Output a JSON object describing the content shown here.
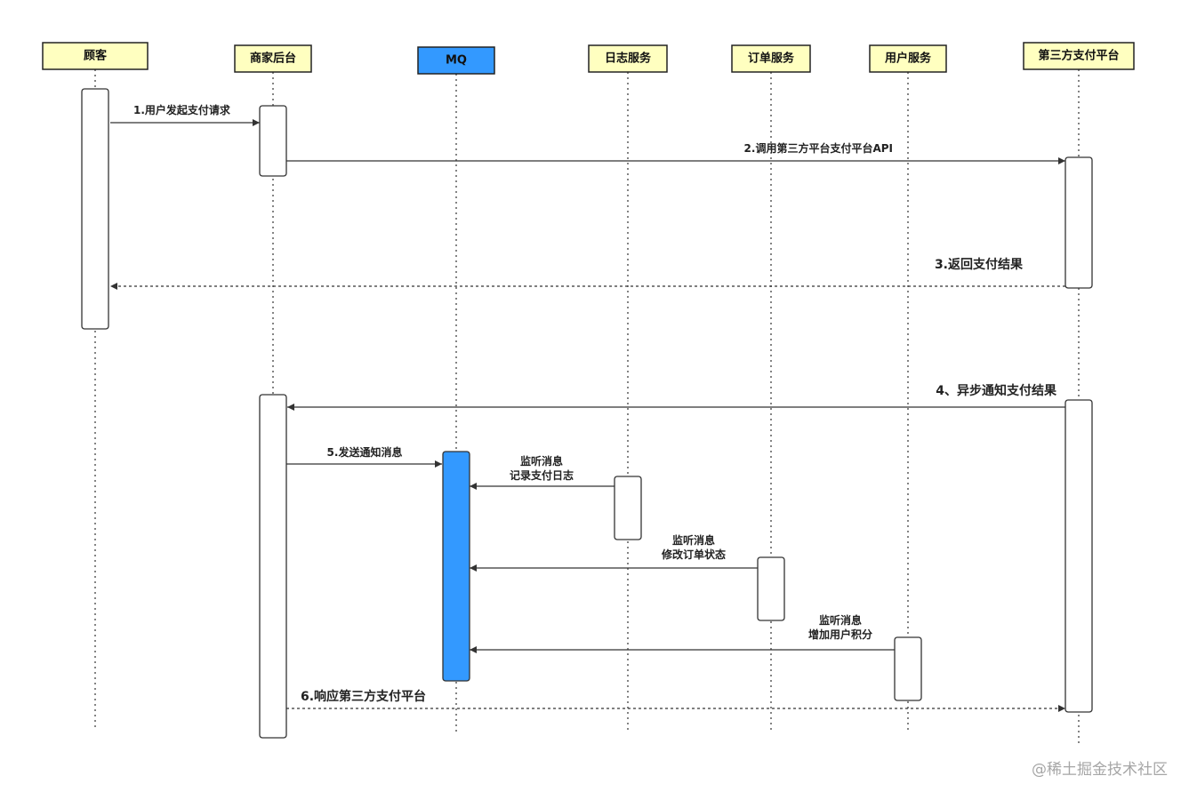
{
  "actors": [
    {
      "id": "customer",
      "label": "顾客"
    },
    {
      "id": "merchant",
      "label": "商家后台"
    },
    {
      "id": "mq",
      "label": "MQ"
    },
    {
      "id": "log",
      "label": "日志服务"
    },
    {
      "id": "order",
      "label": "订单服务"
    },
    {
      "id": "user",
      "label": "用户服务"
    },
    {
      "id": "third",
      "label": "第三方支付平台"
    }
  ],
  "messages": [
    {
      "label": "1.用户发起支付请求",
      "lines": [
        "1.用户发起支付请求"
      ],
      "from": "customer",
      "to": "merchant",
      "kind": "sync"
    },
    {
      "label": "2.调用第三方平台支付平台API",
      "lines": [
        "2.调用第三方平台支付平台API"
      ],
      "from": "merchant",
      "to": "third",
      "kind": "sync"
    },
    {
      "label": "3.返回支付结果",
      "lines": [
        "3.返回支付结果"
      ],
      "from": "third",
      "to": "customer",
      "kind": "return"
    },
    {
      "label": "4、异步通知支付结果",
      "lines": [
        "4、异步通知支付结果"
      ],
      "from": "third",
      "to": "merchant",
      "kind": "sync"
    },
    {
      "label": "5.发送通知消息",
      "lines": [
        "5.发送通知消息"
      ],
      "from": "merchant",
      "to": "mq",
      "kind": "sync"
    },
    {
      "label": "监听消息 记录支付日志",
      "lines": [
        "监听消息",
        "记录支付日志"
      ],
      "from": "log",
      "to": "mq",
      "kind": "sync"
    },
    {
      "label": "监听消息 修改订单状态",
      "lines": [
        "监听消息",
        "修改订单状态"
      ],
      "from": "order",
      "to": "mq",
      "kind": "sync"
    },
    {
      "label": "监听消息 增加用户积分",
      "lines": [
        "监听消息",
        "增加用户积分"
      ],
      "from": "user",
      "to": "mq",
      "kind": "sync"
    },
    {
      "label": "6.响应第三方支付平台",
      "lines": [
        "6.响应第三方支付平台"
      ],
      "from": "merchant",
      "to": "third",
      "kind": "return"
    }
  ],
  "watermark": "@稀土掘金技术社区",
  "colors": {
    "actor_fill": "#ffffc0",
    "mq_fill": "#3399ff",
    "line": "#333333",
    "watermark": "#a6a6a6"
  }
}
